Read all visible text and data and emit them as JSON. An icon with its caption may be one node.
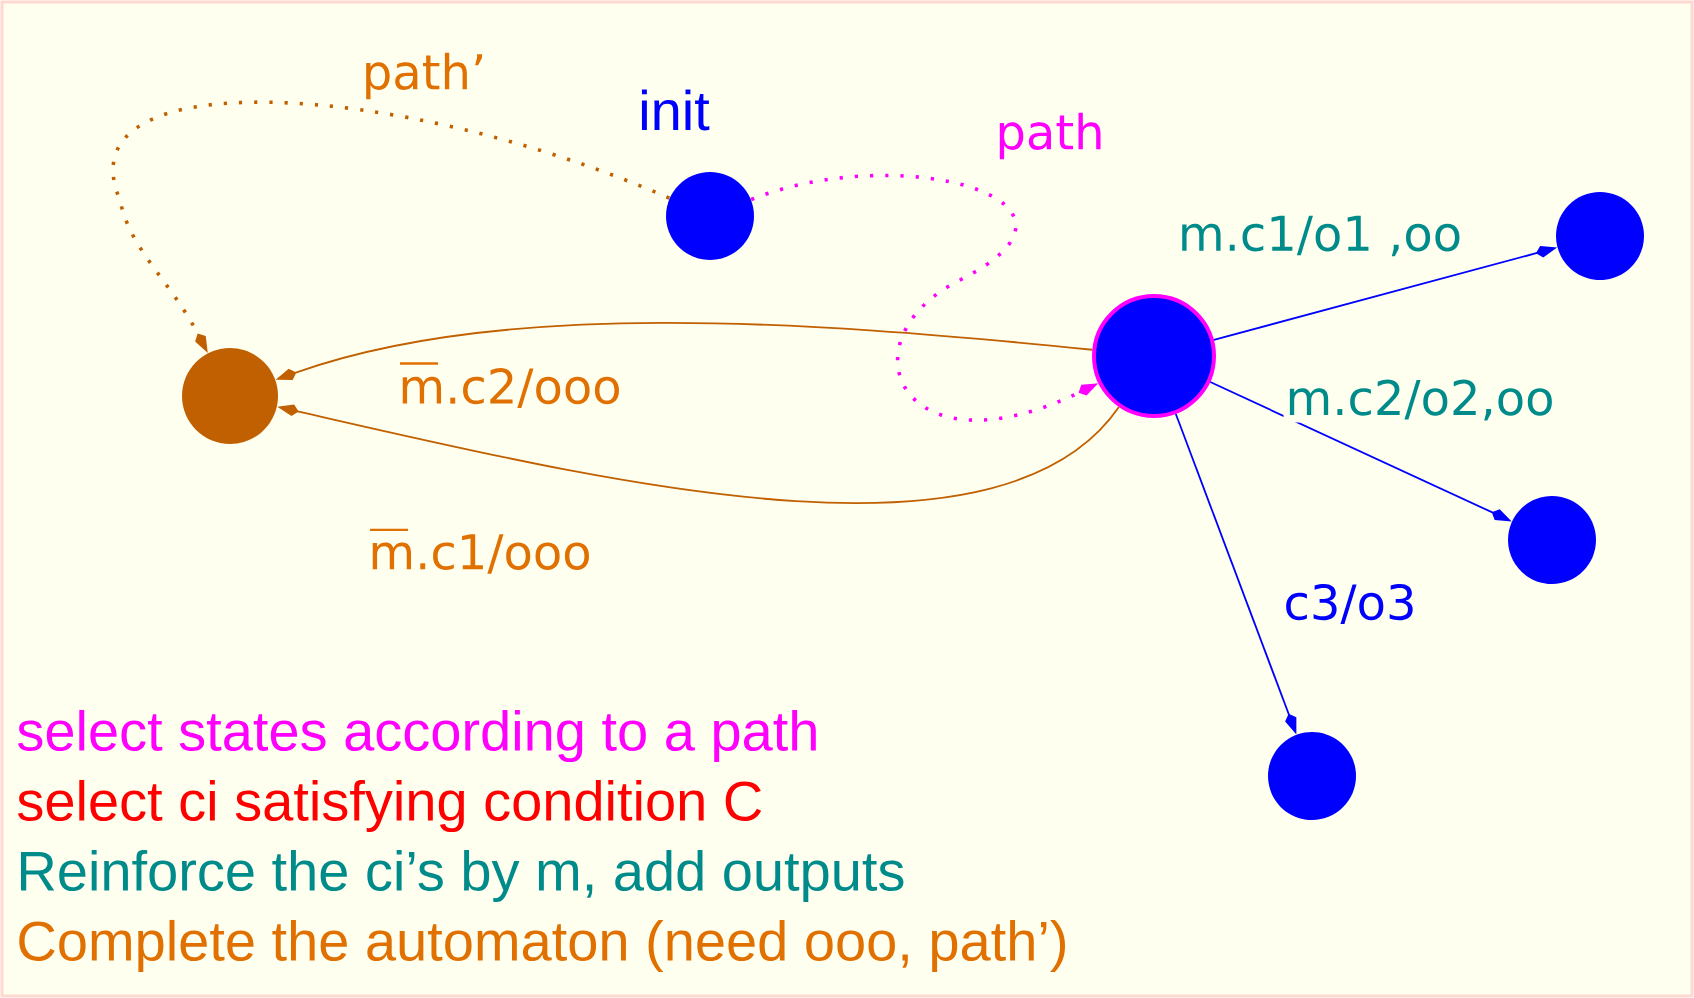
{
  "diagram": {
    "nodes": [
      {
        "text": [],
        "shape": "circle"
      },
      {
        "text": [],
        "shape": "circle",
        "beside": [
          "init"
        ]
      },
      {
        "text": [],
        "shape": "circle"
      },
      {
        "text": [],
        "shape": "circle"
      },
      {
        "text": [],
        "shape": "circle"
      },
      {
        "text": [],
        "shape": "circle"
      }
    ],
    "edges": [
      {
        "from": 1,
        "to": 2,
        "arrow": "to",
        "label": "path",
        "style": "dashed",
        "color": "#ff00ff"
      },
      {
        "from": 1,
        "to": 0,
        "arrow": "to",
        "label": "path’",
        "style": "dashed",
        "color": "#c06000"
      },
      {
        "from": 2,
        "to": 0,
        "arrow": "to",
        "label": "m.c2/ooo",
        "color": "#c06000"
      },
      {
        "from": 2,
        "to": 0,
        "arrow": "to",
        "label": "m.c1/ooo",
        "color": "#c06000"
      },
      {
        "from": 2,
        "to": 3,
        "arrow": "to",
        "label": "m.c1/o1 ,oo",
        "color": "#0000ff"
      },
      {
        "from": 2,
        "to": 4,
        "arrow": "to",
        "label": "m.c2/o2,oo",
        "color": "#0000ff"
      },
      {
        "from": 2,
        "to": 5,
        "arrow": "to",
        "label": "c3/o3",
        "color": "#0000ff"
      }
    ],
    "labels": [
      "select states according to a path",
      "select ci satisfying condition C",
      "Reinforce the ci’s by m, add outputs",
      "Complete the automaton (need ooo, path’)"
    ]
  }
}
